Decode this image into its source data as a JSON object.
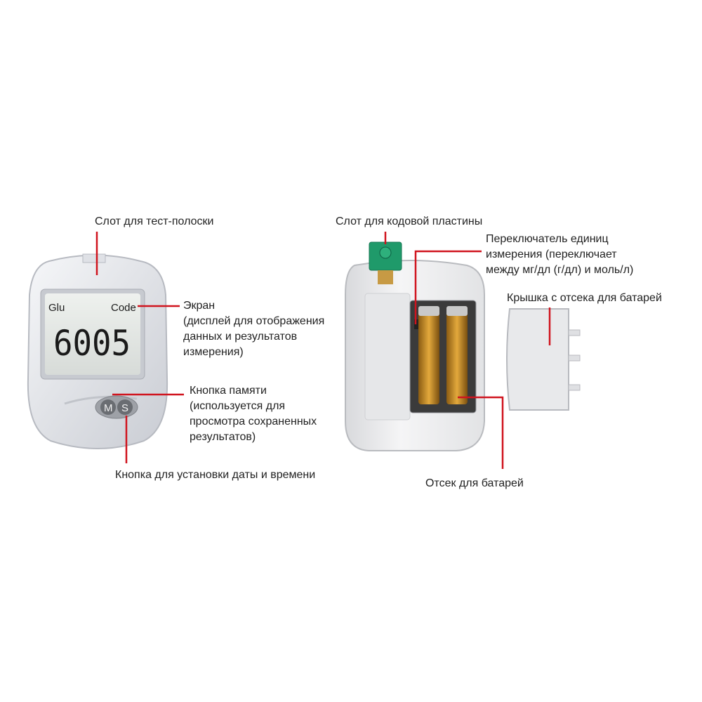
{
  "meter": {
    "screen_left_label": "Glu",
    "screen_right_label": "Code",
    "screen_value": "6005",
    "button_m": "M",
    "button_s": "S"
  },
  "annotations": {
    "strip_slot": "Слот для тест-полоски",
    "screen": "Экран\n(дисплей для отображения\nданных и результатов\nизмерения)",
    "memory_button": "Кнопка памяти\n(используется для\nпросмотра сохраненных\nрезультатов)",
    "date_time_button": "Кнопка для установки даты и времени",
    "code_plate_slot": "Слот для кодовой пластины",
    "unit_switch": "Переключатель единиц\nизмерения (переключает\nмежду мг/дл (г/дл) и моль/л)",
    "battery_cover": "Крышка с отсека для батарей",
    "battery_compartment": "Отсек для батарей"
  },
  "colors": {
    "leader_line": "#d0141e",
    "meter_body": "#e9eaee",
    "lcd_background": "#dfe3e0",
    "code_plate": "#1f9a6a"
  }
}
